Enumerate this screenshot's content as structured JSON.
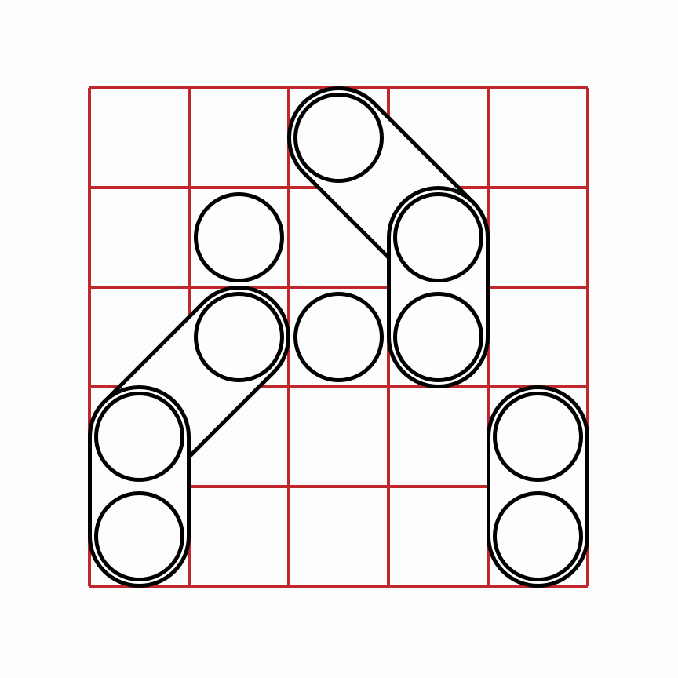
{
  "grid": {
    "rows": 5,
    "cols": 5,
    "line_color": "#c0282e"
  },
  "style": {
    "background": "#fdfdfd",
    "ink": "#000000"
  },
  "pieces": [
    {
      "kind": "domino",
      "cells": [
        [
          2,
          1
        ],
        [
          3,
          0
        ]
      ]
    },
    {
      "kind": "domino",
      "cells": [
        [
          3,
          0
        ],
        [
          4,
          0
        ]
      ]
    },
    {
      "kind": "domino",
      "cells": [
        [
          0,
          2
        ],
        [
          1,
          3
        ]
      ]
    },
    {
      "kind": "domino",
      "cells": [
        [
          1,
          3
        ],
        [
          2,
          3
        ]
      ]
    },
    {
      "kind": "domino",
      "cells": [
        [
          3,
          4
        ],
        [
          4,
          4
        ]
      ]
    }
  ],
  "single_circles": [
    {
      "cell": [
        1,
        1
      ]
    },
    {
      "cell": [
        2,
        2
      ]
    }
  ]
}
